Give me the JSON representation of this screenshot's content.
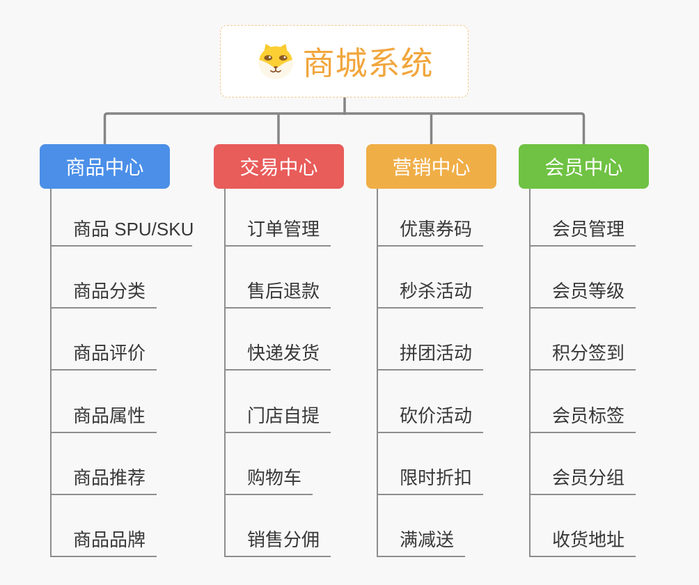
{
  "canvas": {
    "background": "#f8f8f8",
    "connector_color": "#858585",
    "trunk_color": "#8d8d8d"
  },
  "root": {
    "title": "商城系统",
    "icon": "shiba-dog-icon",
    "text_color": "#f1a63d",
    "border_color": "#f3c98f"
  },
  "branches": [
    {
      "label": "商品中心",
      "color": "#4b8fe8",
      "children": [
        "商品 SPU/SKU",
        "商品分类",
        "商品评价",
        "商品属性",
        "商品推荐",
        "商品品牌"
      ]
    },
    {
      "label": "交易中心",
      "color": "#e85c5a",
      "children": [
        "订单管理",
        "售后退款",
        "快递发货",
        "门店自提",
        "购物车",
        "销售分佣"
      ]
    },
    {
      "label": "营销中心",
      "color": "#f0ae47",
      "children": [
        "优惠券码",
        "秒杀活动",
        "拼团活动",
        "砍价活动",
        "限时折扣",
        "满减送"
      ]
    },
    {
      "label": "会员中心",
      "color": "#6fc243",
      "children": [
        "会员管理",
        "会员等级",
        "积分签到",
        "会员标签",
        "会员分组",
        "收货地址"
      ]
    }
  ]
}
